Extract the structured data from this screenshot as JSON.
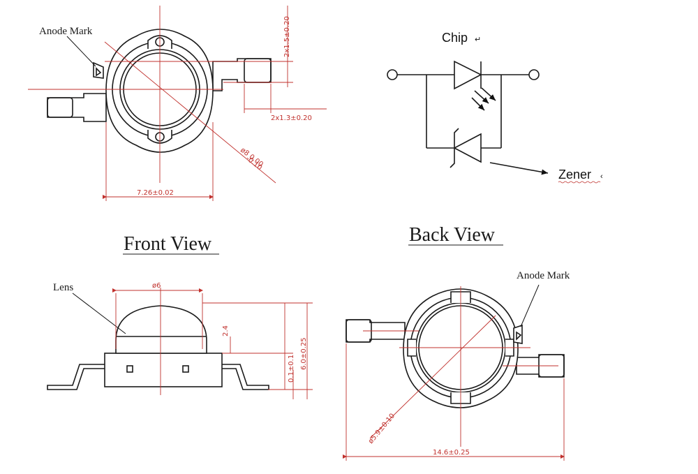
{
  "labels": {
    "anode_mark_top": "Anode Mark",
    "chip": "Chip",
    "chip_mark": "↵",
    "zener": "Zener",
    "zener_mark": "‹",
    "front_view": "Front View",
    "back_view": "Back View",
    "lens": "Lens",
    "anode_mark_back": "Anode Mark"
  },
  "dimensions": {
    "top_vertical": "2x1.5±0.20",
    "top_horizontal": "2x1.3±0.20",
    "top_diameter": "ø8  0.00",
    "top_diameter_tol": "-0.10",
    "top_width": "7.26±0.02",
    "front_lens_dia": "ø6",
    "front_lens_height": "2.4",
    "front_lead": "0.1±0.1",
    "front_total": "6.0±0.25",
    "back_diameter": "ø5.9±0.10",
    "back_width": "14.6±0.25"
  },
  "colors": {
    "line": "#1a1a1a",
    "dimension": "#c0312d"
  }
}
